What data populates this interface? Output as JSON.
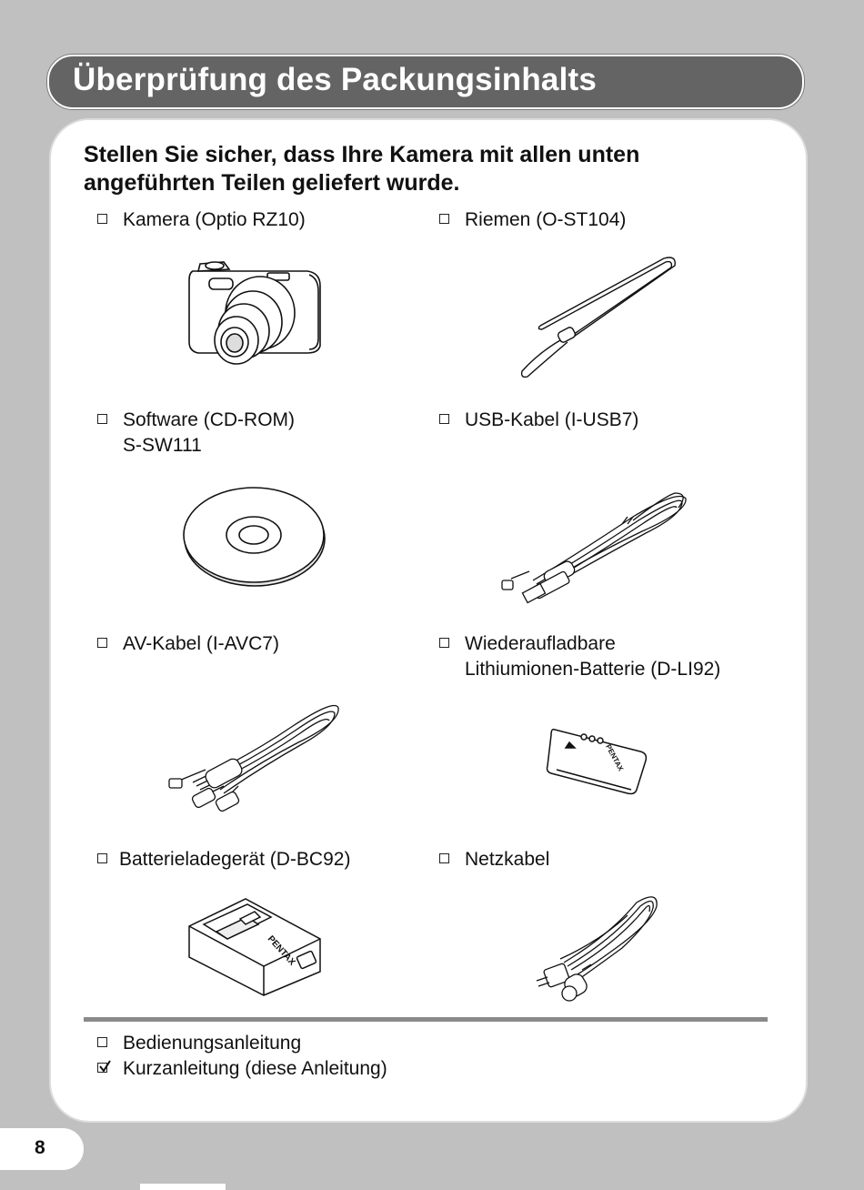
{
  "header": {
    "title": "Überprüfung des Packungsinhalts"
  },
  "intro": {
    "text": "Stellen Sie sicher, dass Ihre Kamera mit allen unten angeführten Teilen geliefert wurde."
  },
  "items": [
    {
      "label": "Kamera (Optio RZ10)",
      "checked": false,
      "icon": "camera-icon"
    },
    {
      "label": "Riemen (O-ST104)",
      "checked": false,
      "icon": "strap-icon"
    },
    {
      "label": "Software (CD-ROM)",
      "label2": "S-SW111",
      "checked": false,
      "icon": "cd-rom-icon"
    },
    {
      "label": "USB-Kabel (I-USB7)",
      "checked": false,
      "icon": "usb-cable-icon"
    },
    {
      "label": "AV-Kabel (I-AVC7)",
      "checked": false,
      "icon": "av-cable-icon"
    },
    {
      "label": "Wiederaufladbare",
      "label2": "Lithiumionen-Batterie (D-LI92)",
      "checked": false,
      "icon": "battery-icon"
    },
    {
      "label": "Batterieladegerät (D-BC92)",
      "checked": false,
      "icon": "charger-icon"
    },
    {
      "label": "Netzkabel",
      "checked": false,
      "icon": "power-cord-icon"
    }
  ],
  "documents": [
    {
      "label": "Bedienungsanleitung",
      "checked": false
    },
    {
      "label": "Kurzanleitung (diese Anleitung)",
      "checked": true
    }
  ],
  "brand": {
    "logo_text": "PENTAX"
  },
  "page": {
    "number": "8"
  },
  "colors": {
    "title_bar": "#646464",
    "background": "#c0c0c0",
    "panel": "#ffffff",
    "separator": "#8a8a8a"
  }
}
